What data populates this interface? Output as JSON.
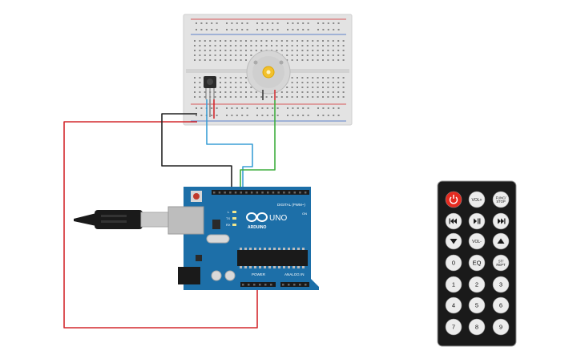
{
  "colors": {
    "board": "#1d6fa8",
    "board_dark": "#145a8a",
    "breadboard": "#e4e4e4",
    "wire_red": "#d3282d",
    "wire_black": "#222222",
    "wire_blue": "#3b9fd6",
    "wire_green": "#3fae3f",
    "power_button": "#e52b20",
    "remote_body": "#1a1a1a"
  },
  "icons": {
    "usb_cable": "usb-cable-icon",
    "motor": "dc-motor-icon",
    "ir_receiver": "ir-receiver-icon",
    "arduino_logo": "arduino-infinity-logo"
  },
  "arduino": {
    "brand": "ARDUINO",
    "model": "UNO",
    "digital_label": "DIGITAL (PWM~)",
    "power_label": "POWER",
    "analog_label": "ANALOG IN",
    "on_label": "ON",
    "led_labels": [
      "L",
      "TX",
      "RX"
    ]
  },
  "remote": {
    "rows": [
      [
        {
          "id": "power",
          "label": "",
          "icon": "power-icon"
        },
        {
          "id": "vol-up",
          "label": "VOL+"
        },
        {
          "id": "func-stop",
          "label": "FUNC/ STOP"
        }
      ],
      [
        {
          "id": "prev",
          "label": "",
          "icon": "skip-back-icon"
        },
        {
          "id": "play-pause",
          "label": "",
          "icon": "play-pause-icon"
        },
        {
          "id": "next",
          "label": "",
          "icon": "skip-forward-icon"
        }
      ],
      [
        {
          "id": "down",
          "label": "",
          "icon": "arrow-down-icon"
        },
        {
          "id": "vol-down",
          "label": "VOL-"
        },
        {
          "id": "up",
          "label": "",
          "icon": "arrow-up-icon"
        }
      ],
      [
        {
          "id": "0",
          "label": "0"
        },
        {
          "id": "eq",
          "label": "EQ"
        },
        {
          "id": "st-rept",
          "label": "ST/ REPT"
        }
      ],
      [
        {
          "id": "1",
          "label": "1"
        },
        {
          "id": "2",
          "label": "2"
        },
        {
          "id": "3",
          "label": "3"
        }
      ],
      [
        {
          "id": "4",
          "label": "4"
        },
        {
          "id": "5",
          "label": "5"
        },
        {
          "id": "6",
          "label": "6"
        }
      ],
      [
        {
          "id": "7",
          "label": "7"
        },
        {
          "id": "8",
          "label": "8"
        },
        {
          "id": "9",
          "label": "9"
        }
      ]
    ]
  }
}
